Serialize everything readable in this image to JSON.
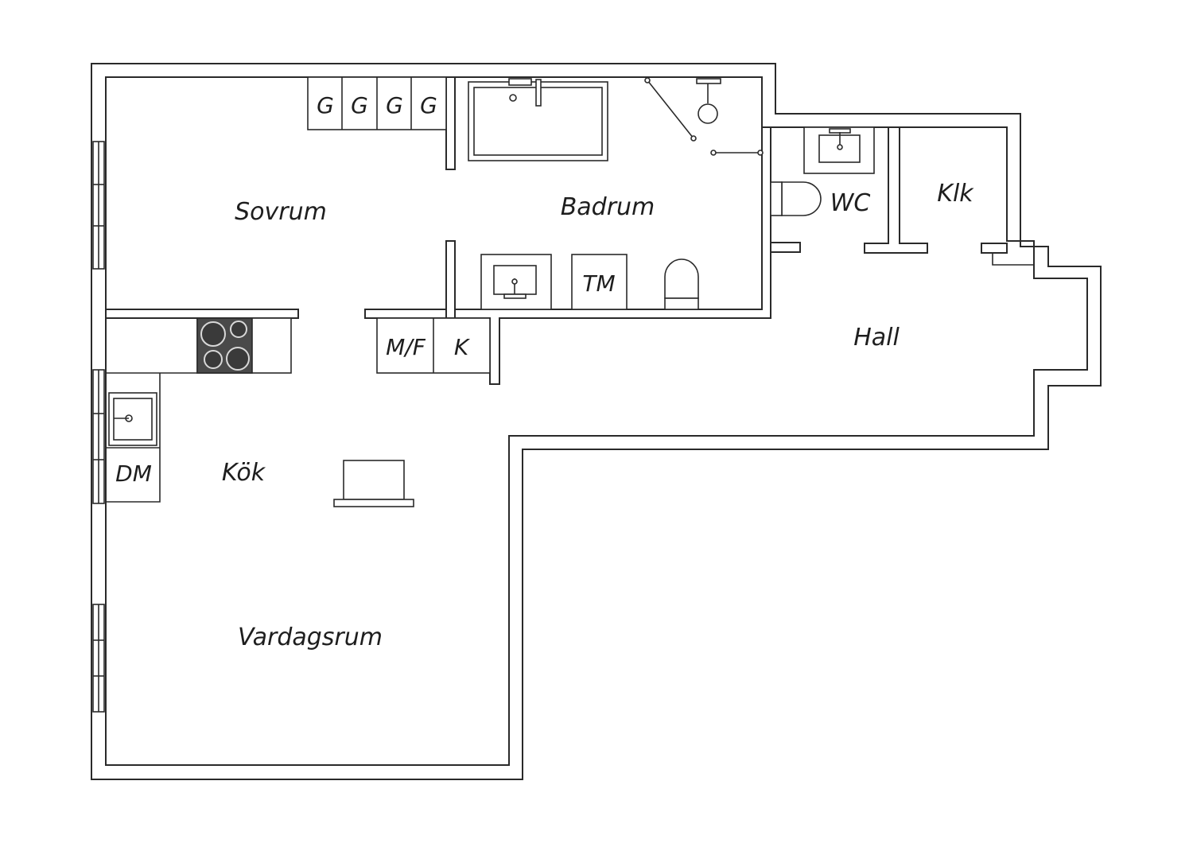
{
  "rooms": {
    "sovrum": "Sovrum",
    "badrum": "Badrum",
    "wc": "WC",
    "klk": "Klk",
    "hall": "Hall",
    "kok": "Kök",
    "vardagsrum": "Vardagsrum"
  },
  "fixtures": {
    "wardrobe_1": "G",
    "wardrobe_2": "G",
    "wardrobe_3": "G",
    "wardrobe_4": "G",
    "washing_machine": "TM",
    "fridge_freezer": "M/F",
    "fridge": "K",
    "dishwasher": "DM"
  },
  "colors": {
    "wall": "#2a2a2a",
    "background": "#ffffff",
    "stove": "#4a4a4a"
  }
}
